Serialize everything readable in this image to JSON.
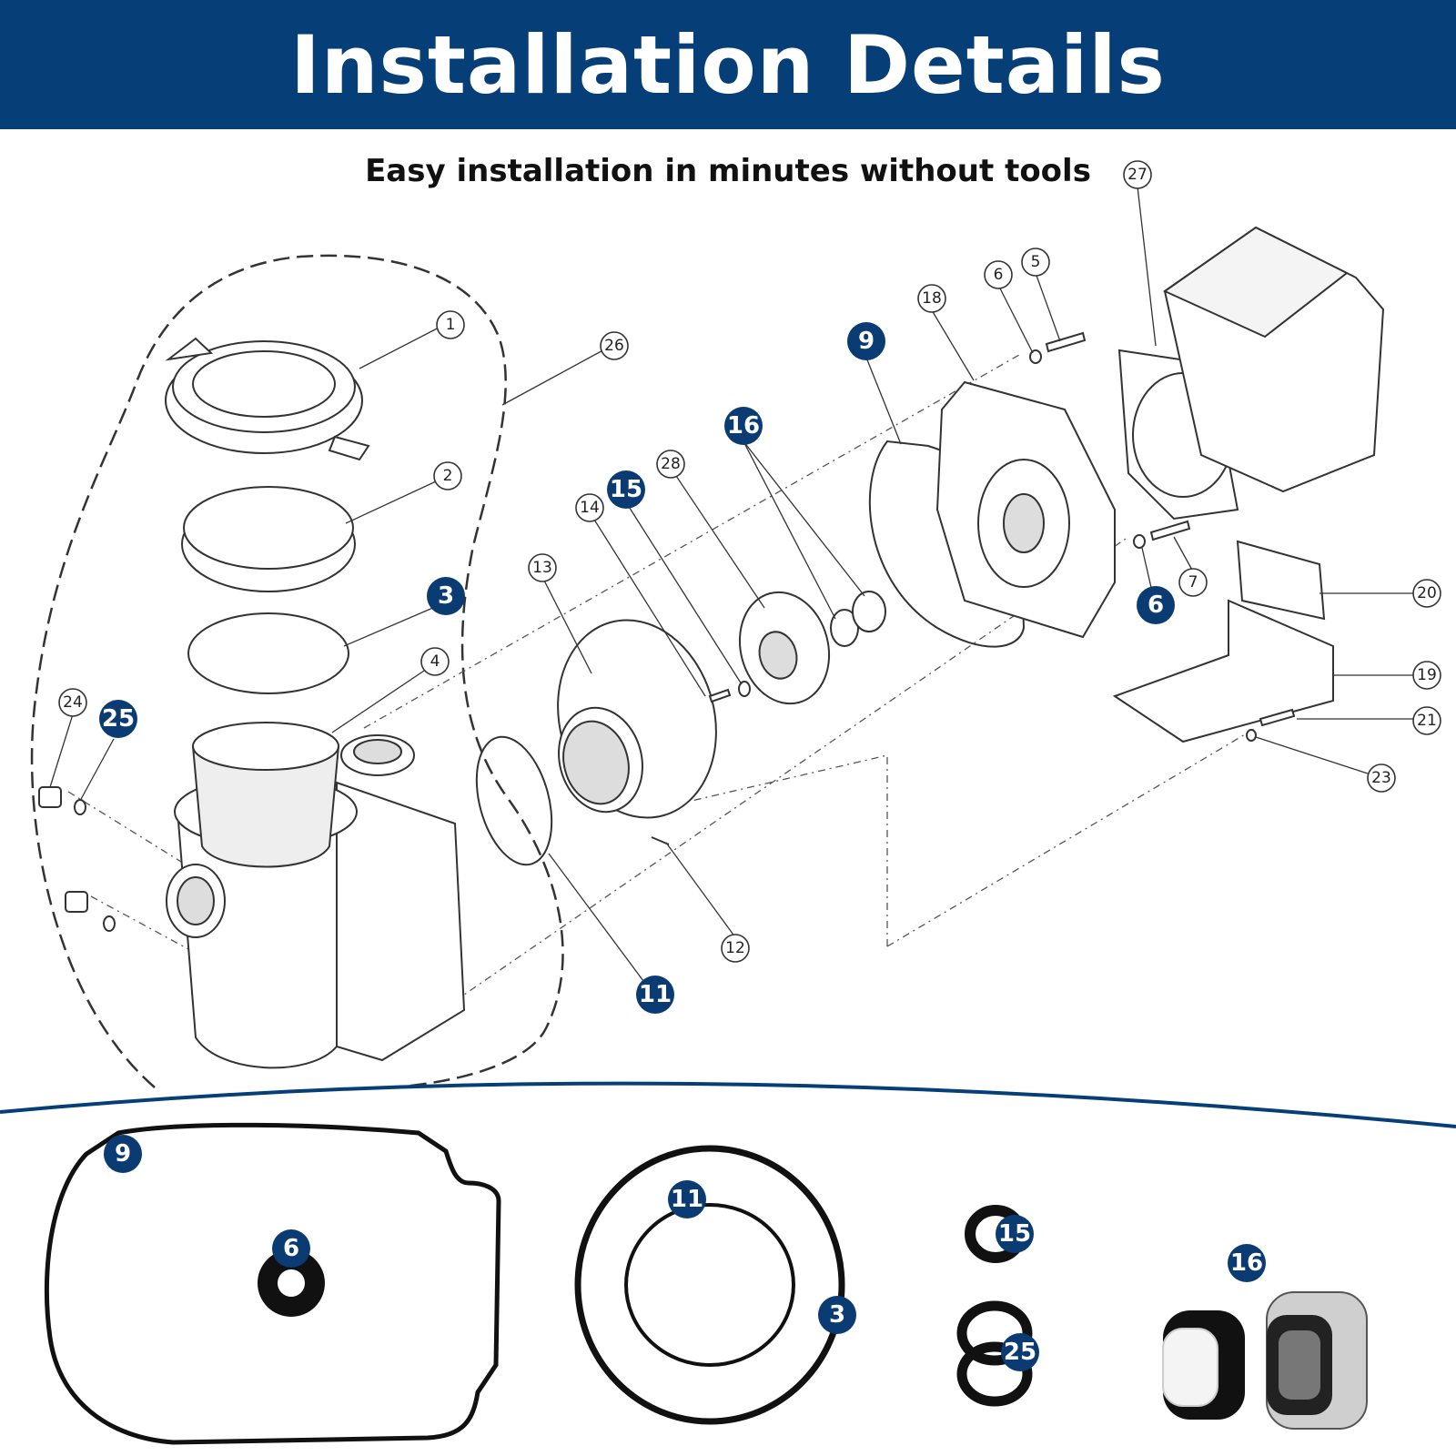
{
  "header": {
    "title": "Installation Details"
  },
  "subtitle": "Easy installation in minutes without tools",
  "colors": {
    "banner": "#063f78",
    "badge": "#0b3b73",
    "seal_dark": "#111111"
  },
  "callouts": {
    "c1": "1",
    "c2": "2",
    "c4": "4",
    "c5": "5",
    "c6": "6",
    "c7": "7",
    "c12": "12",
    "c13": "13",
    "c14": "14",
    "c18": "18",
    "c19": "19",
    "c20": "20",
    "c21": "21",
    "c23": "23",
    "c24": "24",
    "c26": "26",
    "c27": "27",
    "c28": "28"
  },
  "highlights": {
    "h3": "3",
    "h6": "6",
    "h9": "9",
    "h11": "11",
    "h15": "15",
    "h16": "16",
    "h25": "25"
  },
  "kit": {
    "k9": "9",
    "k6": "6",
    "k11": "11",
    "k3": "3",
    "k15": "15",
    "k25": "25",
    "k16": "16"
  }
}
